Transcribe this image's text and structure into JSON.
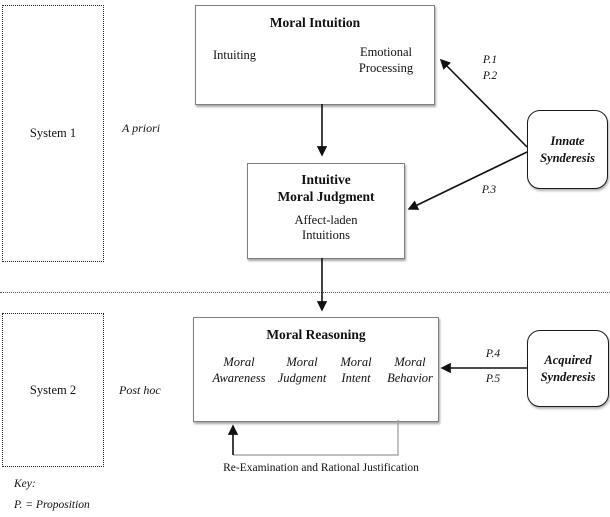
{
  "systems": {
    "system1": {
      "label": "System 1",
      "mode": "A priori"
    },
    "system2": {
      "label": "System 2",
      "mode": "Post hoc"
    }
  },
  "boxes": {
    "moral_intuition": {
      "title": "Moral Intuition",
      "left_item": "Intuiting",
      "right_item": {
        "line1": "Emotional",
        "line2": "Processing"
      }
    },
    "intuitive_moral_judgment": {
      "title": {
        "line1": "Intuitive",
        "line2": "Moral Judgment"
      },
      "item": {
        "line1": "Affect-laden",
        "line2": "Intuitions"
      }
    },
    "moral_reasoning": {
      "title": "Moral Reasoning",
      "items": [
        {
          "line1": "Moral",
          "line2": "Awareness"
        },
        {
          "line1": "Moral",
          "line2": "Judgment"
        },
        {
          "line1": "Moral",
          "line2": "Intent"
        },
        {
          "line1": "Moral",
          "line2": "Behavior"
        }
      ]
    },
    "innate_synderesis": {
      "title": {
        "line1": "Innate",
        "line2": "Synderesis"
      }
    },
    "acquired_synderesis": {
      "title": {
        "line1": "Acquired",
        "line2": "Synderesis"
      }
    }
  },
  "propositions": {
    "p1": "P.1",
    "p2": "P.2",
    "p3": "P.3",
    "p4": "P.4",
    "p5": "P.5"
  },
  "feedback": {
    "label": "Re-Examination and Rational Justification"
  },
  "key": {
    "title": "Key:",
    "proposition": "P. = Proposition"
  },
  "colors": {
    "box_border": "#7f7f7f",
    "rounded_border": "#1a1a1a",
    "arrow": "#111111",
    "loop_gray": "#9b9b9b"
  }
}
